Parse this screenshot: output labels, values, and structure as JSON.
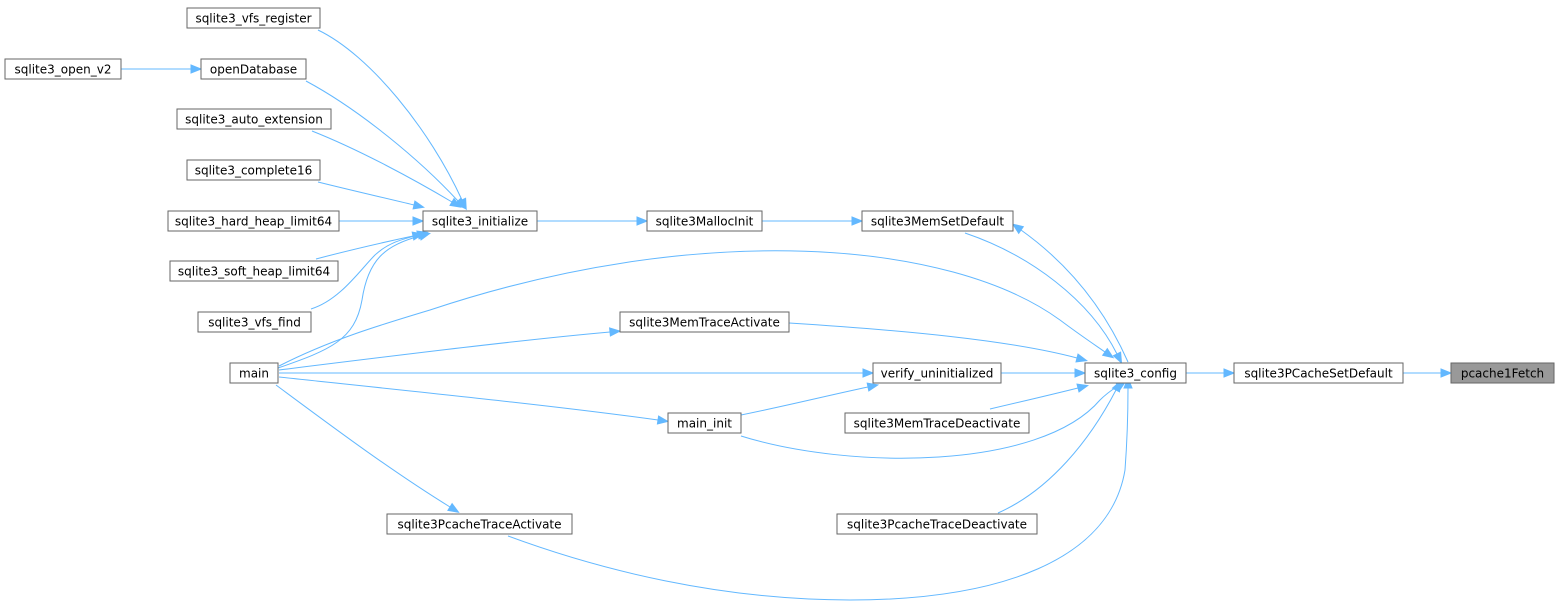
{
  "graph": {
    "nodes": {
      "sqlite3_vfs_register": "sqlite3_vfs_register",
      "sqlite3_open_v2": "sqlite3_open_v2",
      "openDatabase": "openDatabase",
      "sqlite3_auto_extension": "sqlite3_auto_extension",
      "sqlite3_complete16": "sqlite3_complete16",
      "sqlite3_hard_heap_limit64": "sqlite3_hard_heap_limit64",
      "sqlite3_initialize": "sqlite3_initialize",
      "sqlite3MallocInit": "sqlite3MallocInit",
      "sqlite3MemSetDefault": "sqlite3MemSetDefault",
      "sqlite3_soft_heap_limit64": "sqlite3_soft_heap_limit64",
      "sqlite3_vfs_find": "sqlite3_vfs_find",
      "sqlite3MemTraceActivate": "sqlite3MemTraceActivate",
      "main": "main",
      "verify_uninitialized": "verify_uninitialized",
      "sqlite3_config": "sqlite3_config",
      "sqlite3PCacheSetDefault": "sqlite3PCacheSetDefault",
      "pcache1Fetch": "pcache1Fetch",
      "main_init": "main_init",
      "sqlite3MemTraceDeactivate": "sqlite3MemTraceDeactivate",
      "sqlite3PcacheTraceActivate": "sqlite3PcacheTraceActivate",
      "sqlite3PcacheTraceDeactivate": "sqlite3PcacheTraceDeactivate"
    },
    "focus_node": "pcache1Fetch",
    "edges": [
      [
        "sqlite3_open_v2",
        "openDatabase"
      ],
      [
        "sqlite3_vfs_register",
        "sqlite3_initialize"
      ],
      [
        "openDatabase",
        "sqlite3_initialize"
      ],
      [
        "sqlite3_auto_extension",
        "sqlite3_initialize"
      ],
      [
        "sqlite3_complete16",
        "sqlite3_initialize"
      ],
      [
        "sqlite3_hard_heap_limit64",
        "sqlite3_initialize"
      ],
      [
        "sqlite3_soft_heap_limit64",
        "sqlite3_initialize"
      ],
      [
        "sqlite3_vfs_find",
        "sqlite3_initialize"
      ],
      [
        "main",
        "sqlite3_initialize"
      ],
      [
        "sqlite3_initialize",
        "sqlite3MallocInit"
      ],
      [
        "sqlite3MallocInit",
        "sqlite3MemSetDefault"
      ],
      [
        "sqlite3MemSetDefault",
        "sqlite3_config"
      ],
      [
        "sqlite3_config",
        "sqlite3MemSetDefault"
      ],
      [
        "main",
        "sqlite3_config"
      ],
      [
        "main",
        "sqlite3MemTraceActivate"
      ],
      [
        "sqlite3MemTraceActivate",
        "sqlite3_config"
      ],
      [
        "main",
        "verify_uninitialized"
      ],
      [
        "verify_uninitialized",
        "sqlite3_config"
      ],
      [
        "main",
        "main_init"
      ],
      [
        "main_init",
        "verify_uninitialized"
      ],
      [
        "main_init",
        "sqlite3_config"
      ],
      [
        "sqlite3MemTraceDeactivate",
        "sqlite3_config"
      ],
      [
        "main",
        "sqlite3PcacheTraceActivate"
      ],
      [
        "sqlite3PcacheTraceActivate",
        "sqlite3_config"
      ],
      [
        "sqlite3PcacheTraceDeactivate",
        "sqlite3_config"
      ],
      [
        "sqlite3_config",
        "sqlite3PCacheSetDefault"
      ],
      [
        "sqlite3PCacheSetDefault",
        "pcache1Fetch"
      ]
    ]
  },
  "colors": {
    "edge": "#63b8ff",
    "node_border": "#666666",
    "focus_fill": "#999999"
  }
}
